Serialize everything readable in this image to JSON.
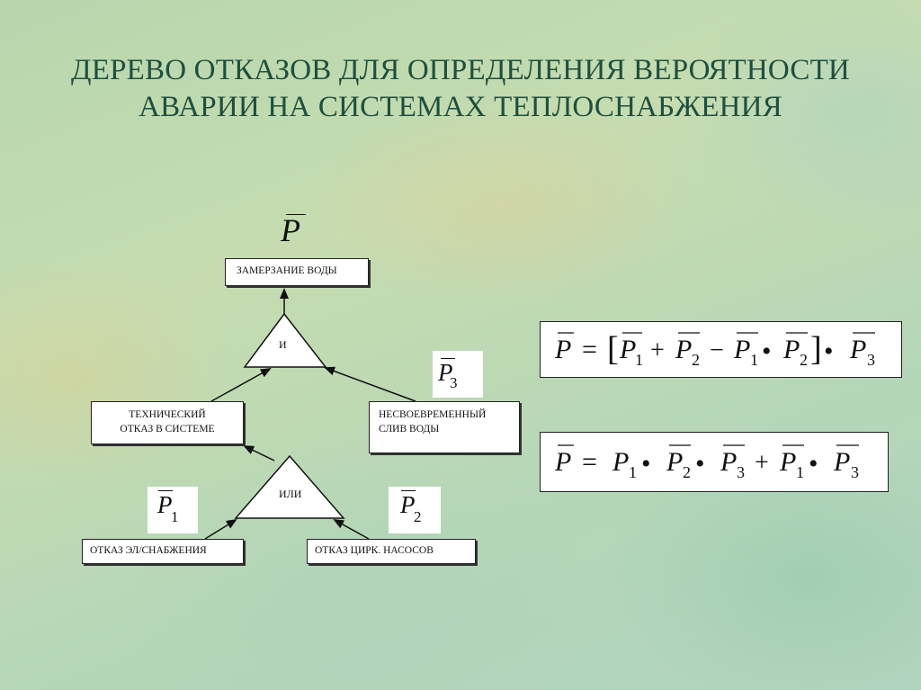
{
  "title": {
    "line1": "ДЕРЕВО ОТКАЗОВ ДЛЯ ОПРЕДЕЛЕНИЯ ВЕРОЯТНОСТИ",
    "line2": "АВАРИИ НА СИСТЕМАХ ТЕПЛОСНАБЖЕНИЯ"
  },
  "tree": {
    "top_symbol": "P",
    "top_event": "ЗАМЕРЗАНИЕ ВОДЫ",
    "gate_and": "И",
    "technical_failure": "ТЕХНИЧЕСКИЙ\nОТКАЗ В СИСТЕМЕ",
    "untimely_drain": "НЕСВОЕВРЕМЕННЫЙ\nСЛИВ ВОДЫ",
    "gate_or": "ИЛИ",
    "power_failure": "ОТКАЗ ЭЛ/СНАБЖЕНИЯ",
    "pump_failure": "ОТКАЗ ЦИРК. НАСОСОВ",
    "p1": {
      "letter": "P",
      "sub": "1"
    },
    "p2": {
      "letter": "P",
      "sub": "2"
    },
    "p3": {
      "letter": "P",
      "sub": "3"
    }
  },
  "formulas": {
    "f1": {
      "lhs": "P",
      "eq": "=",
      "open_bracket": "[",
      "t1": "P",
      "t1_sub": "1",
      "plus": "+",
      "t2": "P",
      "t2_sub": "2",
      "minus": "−",
      "t3": "P",
      "t3_sub": "1",
      "dot1": "•",
      "t4": "P",
      "t4_sub": "2",
      "close_bracket": "]",
      "dot2": "•",
      "t5": "P",
      "t5_sub": "3"
    },
    "f2": {
      "lhs": "P",
      "eq": "=",
      "t1": "P",
      "t1_sub": "1",
      "dot1": "•",
      "t2": "P",
      "t2_sub": "2",
      "dot2": "•",
      "t3": "P",
      "t3_sub": "3",
      "plus": "+",
      "t4": "P",
      "t4_sub": "1",
      "dot3": "•",
      "t5": "P",
      "t5_sub": "3"
    }
  }
}
